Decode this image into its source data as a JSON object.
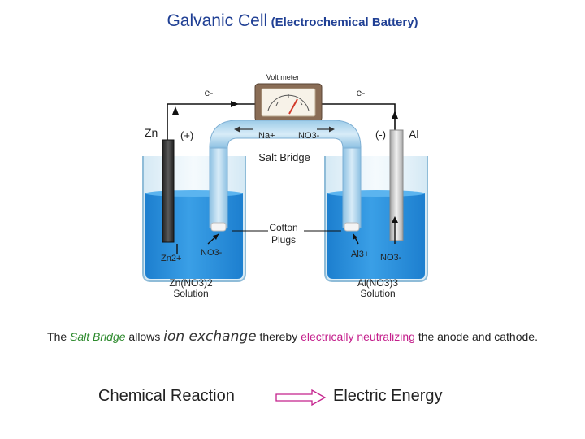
{
  "title": {
    "main": "Galvanic Cell",
    "sub": "(Electrochemical Battery)"
  },
  "diagram": {
    "voltmeter": "Volt meter",
    "electron_left": "e-",
    "electron_right": "e-",
    "zn_label": "Zn",
    "plus_label": "(+)",
    "minus_label": "(-)",
    "al_label": "Al",
    "na_ion": "Na+",
    "no3_ion_bridge": "NO3-",
    "salt_bridge": "Salt Bridge",
    "cotton_line1": "Cotton",
    "cotton_line2": "Plugs",
    "zn_ion": "Zn2+",
    "no3_left": "NO3-",
    "al_ion": "Al3+",
    "no3_right": "NO3-",
    "left_solution_line1": "Zn(NO3)2",
    "left_solution_line2": "Solution",
    "right_solution_line1": "Al(NO3)3",
    "right_solution_line2": "Solution"
  },
  "caption": {
    "part1": "The ",
    "salt_bridge": "Salt Bridge",
    "part2": " allows ",
    "ion_exchange": "ion exchange",
    "part3": " thereby ",
    "neutralizing": "electrically neutralizing",
    "part4": " the anode and cathode."
  },
  "reaction": {
    "left": "Chemical Reaction",
    "right": "Electric Energy"
  },
  "colors": {
    "title": "#1f3f94",
    "salt_bridge_text": "#2d8a2d",
    "neutralizing_text": "#c4208c",
    "solution": "#2f8fd8",
    "zinc": "#3a3a3a",
    "aluminum": "#c9c9c9"
  }
}
